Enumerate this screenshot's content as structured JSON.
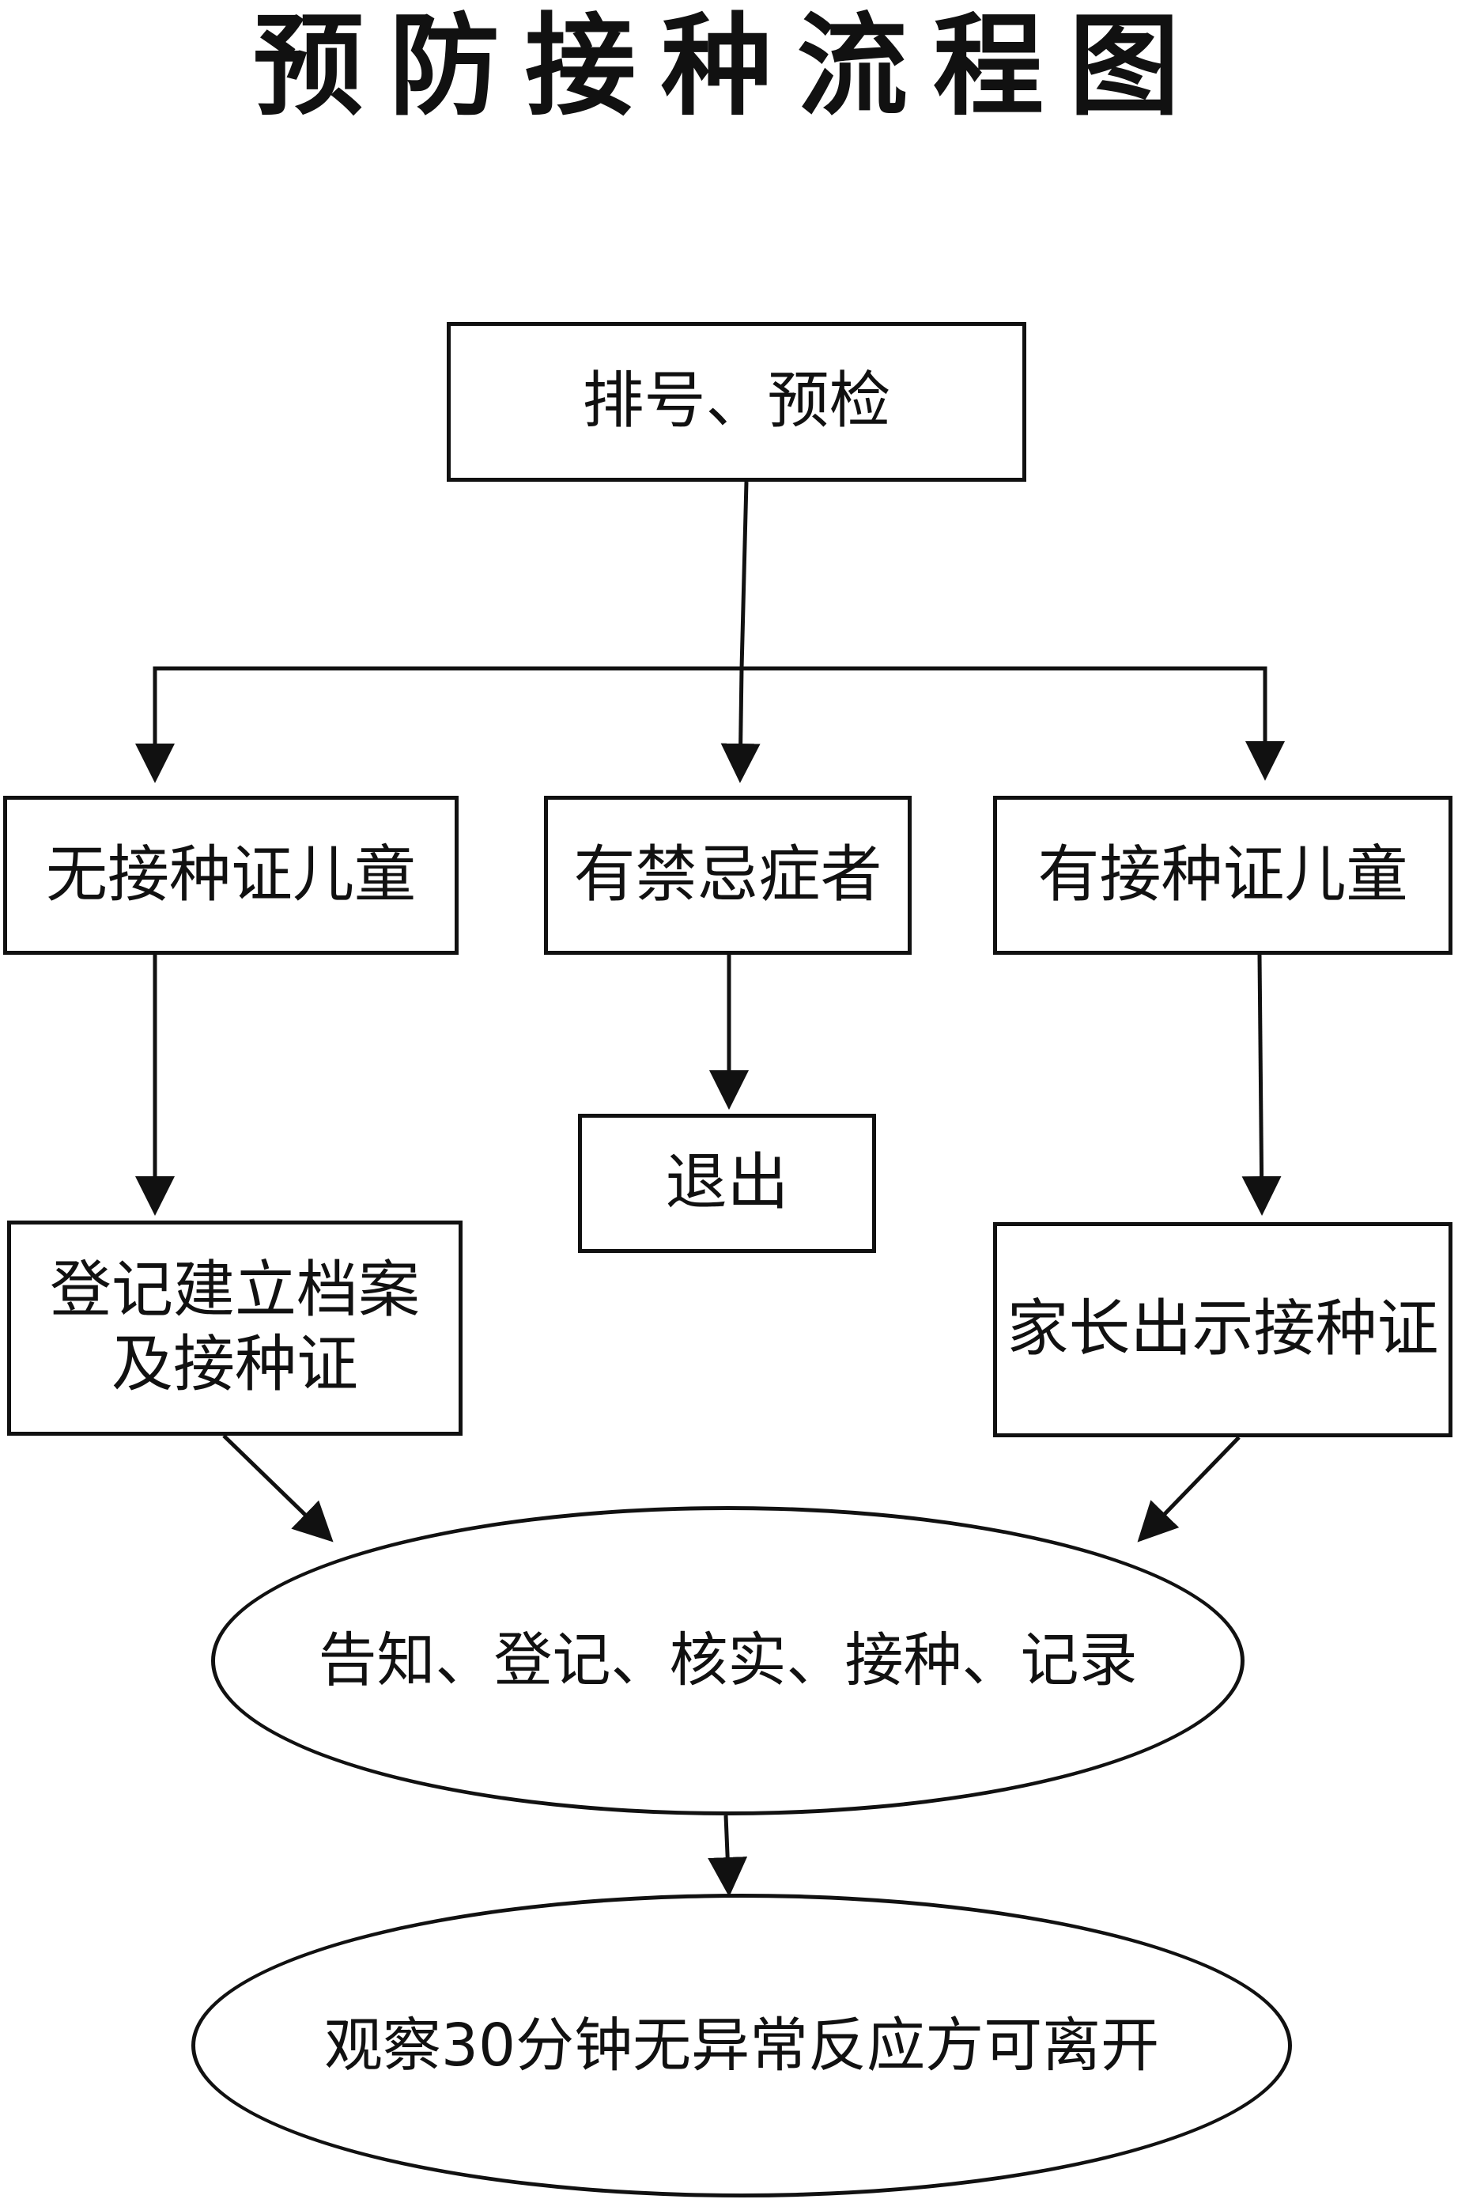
{
  "title": "预防接种流程图",
  "nodes": {
    "queue_precheck": "排号、预检",
    "no_cert_child": "无接种证儿童",
    "contraindication": "有禁忌症者",
    "has_cert_child": "有接种证儿童",
    "exit": "退出",
    "register_create": "登记建立档案\n及接种证",
    "parent_show_cert": "家长出示接种证",
    "inform_process": "告知、登记、核实、接种、记录",
    "observe_leave": "观察30分钟无异常反应方可离开"
  },
  "colors": {
    "line": "#111111",
    "background": "#ffffff"
  }
}
